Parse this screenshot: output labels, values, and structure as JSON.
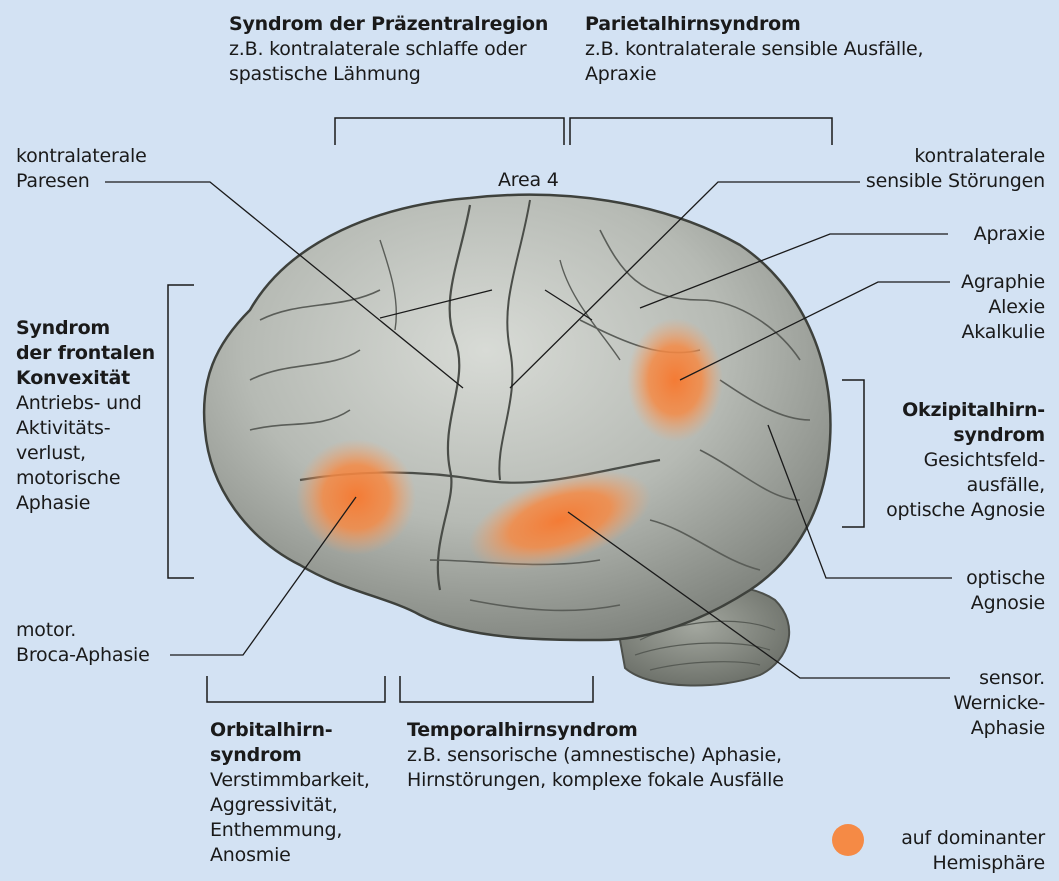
{
  "top_left": {
    "title": "Syndrom der Präzentralregion",
    "desc1": "z.B. kontralaterale schlaffe oder",
    "desc2": "spastische Lähmung"
  },
  "top_right": {
    "title": "Parietalhirnsyndrom",
    "desc1": "z.B. kontralaterale sensible Ausfälle,",
    "desc2": "Apraxie"
  },
  "area4": "Area 4",
  "paresen": {
    "l1": "kontralaterale",
    "l2": "Paresen"
  },
  "sensibel": {
    "l1": "kontralaterale",
    "l2": "sensible Störungen"
  },
  "apraxie": "Apraxie",
  "agraphie": {
    "l1": "Agraphie",
    "l2": "Alexie",
    "l3": "Akalkulie"
  },
  "frontal": {
    "t1": "Syndrom",
    "t2": "der frontalen",
    "t3": "Konvexität",
    "d1": "Antriebs- und",
    "d2": "Aktivitäts-",
    "d3": "verlust,",
    "d4": "motorische",
    "d5": "Aphasie"
  },
  "okzipital": {
    "t1": "Okzipitalhirn-",
    "t2": "syndrom",
    "d1": "Gesichtsfeld-",
    "d2": "ausfälle,",
    "d3": "optische Agnosie"
  },
  "optische": {
    "l1": "optische",
    "l2": "Agnosie"
  },
  "broca": {
    "l1": "motor.",
    "l2": "Broca-Aphasie"
  },
  "wernicke": {
    "l1": "sensor.",
    "l2": "Wernicke-",
    "l3": "Aphasie"
  },
  "orbital": {
    "t1": "Orbitalhirn-",
    "t2": "syndrom",
    "d1": "Verstimmbarkeit,",
    "d2": "Aggressivität,",
    "d3": "Enthemmung,",
    "d4": "Anosmie"
  },
  "temporal": {
    "title": "Temporalhirnsyndrom",
    "d1": "z.B. sensorische (amnestische) Aphasie,",
    "d2": "Hirnstörungen, komplexe fokale Ausfälle"
  },
  "legend": {
    "l1": "auf dominanter",
    "l2": "Hemisphäre"
  },
  "colors": {
    "background": "#d3e2f3",
    "brain": "#a9ada8",
    "highlight": "#f58a45",
    "line": "#1a1a1a"
  }
}
